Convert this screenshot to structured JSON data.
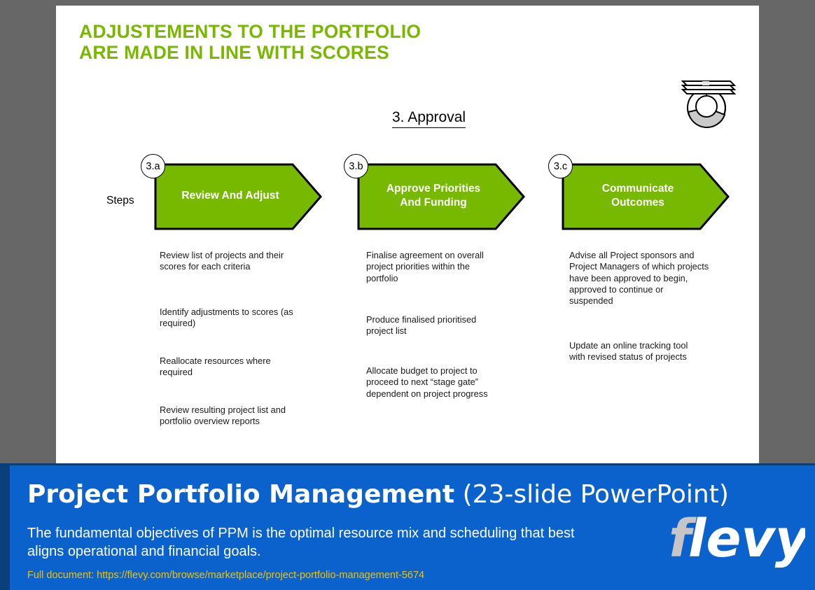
{
  "colors": {
    "accent_green": "#7ab800",
    "chevron_green": "#76b900",
    "banner_blue": "#0b62cc",
    "banner_edge": "#0a3f7a",
    "url_yellow": "#f2c200",
    "page_background": "#676767"
  },
  "slide": {
    "title_line1": "ADJUSTEMENTS TO THE PORTFOLIO",
    "title_line2": "ARE MADE IN LINE WITH SCORES",
    "section_heading": "3.  Approval",
    "steps_label": "Steps",
    "icon_name": "portfolio-badge-icon",
    "steps": [
      {
        "badge": "3.a",
        "title_lines": [
          "Review And Adjust"
        ],
        "bullets": [
          "Review list of projects and their scores for each criteria",
          "Identify adjustments to scores (as required)",
          "Reallocate resources where required",
          "Review resulting project list and portfolio overview reports"
        ]
      },
      {
        "badge": "3.b",
        "title_lines": [
          "Approve Priorities",
          "And Funding"
        ],
        "bullets": [
          "Finalise agreement on overall project priorities within the portfolio",
          "Produce finalised prioritised project list",
          "Allocate budget to project to proceed to next “stage gate” dependent on project progress"
        ]
      },
      {
        "badge": "3.c",
        "title_lines": [
          "Communicate",
          "Outcomes"
        ],
        "bullets": [
          "Advise all Project sponsors and Project Managers of which projects have been approved to begin, approved to continue or suspended",
          "Update an online tracking tool with revised status of projects"
        ]
      }
    ]
  },
  "banner": {
    "title_strong": "Project Portfolio Management",
    "title_light": " (23-slide PowerPoint)",
    "subtitle": "The fundamental objectives of PPM is the optimal resource mix and scheduling that best aligns operational and financial goals.",
    "url_line": "Full document: https://flevy.com/browse/marketplace/project-portfolio-management-5674",
    "logo_text_f": "f",
    "logo_text_levy": "levy"
  }
}
